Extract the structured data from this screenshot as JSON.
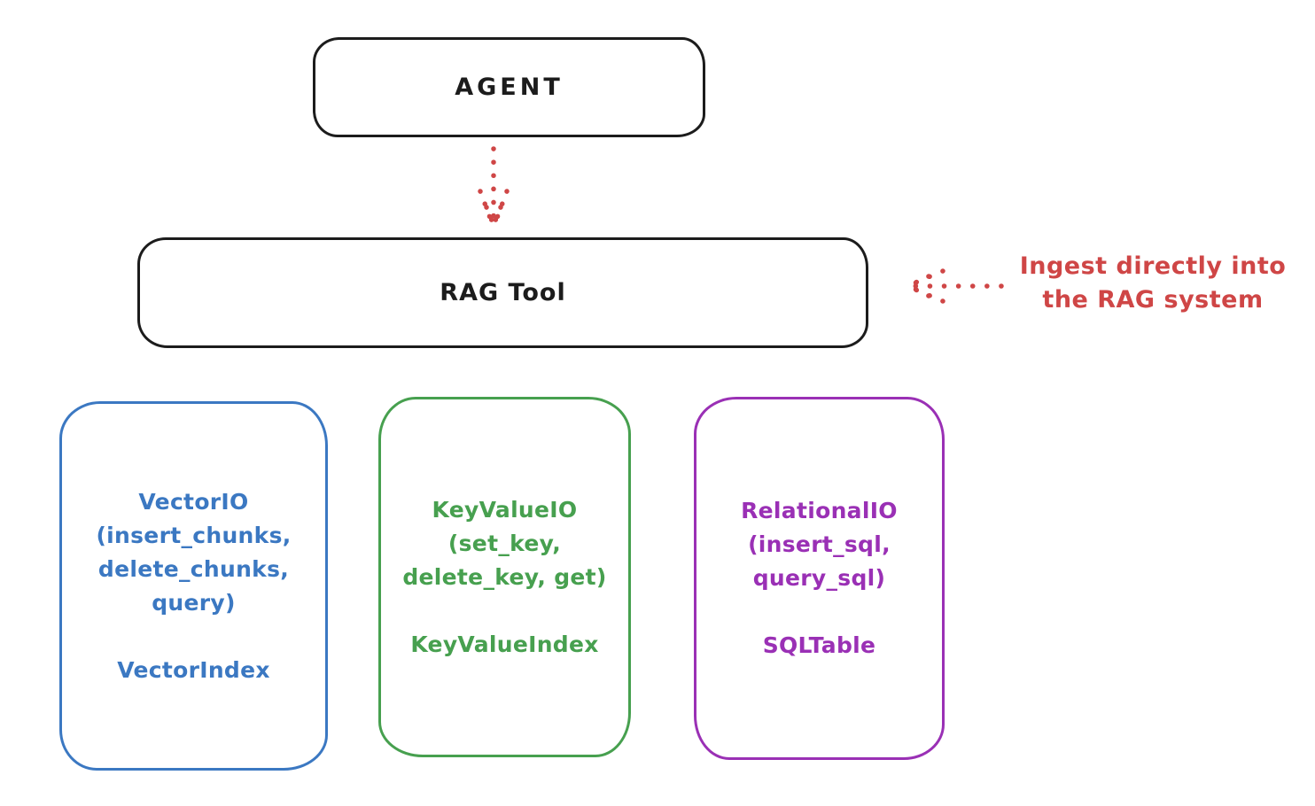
{
  "diagram": {
    "palette": {
      "black": "#1c1c1c",
      "red": "#cf4646",
      "blue": "#3b78c2",
      "green": "#47a04f",
      "purple": "#9a30b5"
    },
    "agent_box": {
      "label": "AGENT"
    },
    "rag_tool_box": {
      "label": "RAG Tool"
    },
    "annotation": {
      "line1": "Ingest directly into",
      "line2": "the RAG system"
    },
    "storage_boxes": [
      {
        "name": "vector-io",
        "color": "#3b78c2",
        "methods": "VectorIO\n(insert_chunks,\ndelete_chunks,\nquery)",
        "index_label": "VectorIndex"
      },
      {
        "name": "keyvalue-io",
        "color": "#47a04f",
        "methods": "KeyValueIO\n(set_key,\ndelete_key, get)",
        "index_label": "KeyValueIndex"
      },
      {
        "name": "relational-io",
        "color": "#9a30b5",
        "methods": "RelationalIO\n(insert_sql,\nquery_sql)",
        "index_label": "SQLTable"
      }
    ]
  }
}
